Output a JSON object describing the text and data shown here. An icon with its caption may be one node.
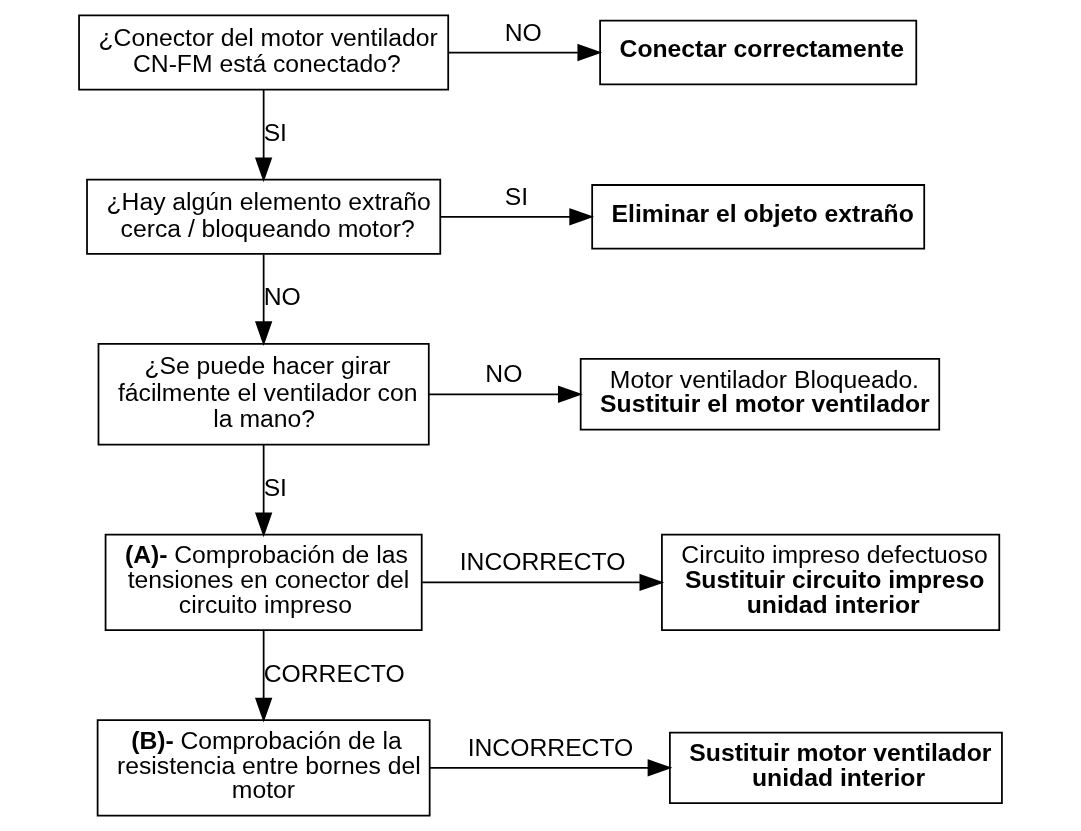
{
  "diagram": {
    "nodes": [
      {
        "text": [
          "¿Conector del motor ventilador CN-FM está conectado?"
        ]
      },
      {
        "text": [
          "Conectar correctamente"
        ]
      },
      {
        "text": [
          "¿Hay algún elemento extraño cerca / bloqueando motor?"
        ]
      },
      {
        "text": [
          "Eliminar el objeto extraño"
        ]
      },
      {
        "text": [
          "¿Se puede hacer girar fácilmente el ventilador con la mano?"
        ]
      },
      {
        "text": [
          "Motor ventilador Bloqueado.",
          "Sustituir el motor ventilador"
        ]
      },
      {
        "text": [
          "**(A)-** Comprobación de las tensiones en conector del circuito impreso"
        ]
      },
      {
        "text": [
          "Circuito impreso defectuoso",
          "Sustituir circuito impreso unidad interior"
        ]
      },
      {
        "text": [
          "**(B)-** Comprobación de la resistencia entre bornes del motor"
        ]
      },
      {
        "text": [
          "Sustituir motor ventilador unidad interior"
        ]
      }
    ],
    "edges": [
      {
        "from": 0,
        "to": 1,
        "arrow": "to",
        "label": "NO"
      },
      {
        "from": 0,
        "to": 2,
        "arrow": "to",
        "label": "SI"
      },
      {
        "from": 2,
        "to": 3,
        "arrow": "to",
        "label": "SI"
      },
      {
        "from": 2,
        "to": 4,
        "arrow": "to",
        "label": "NO"
      },
      {
        "from": 4,
        "to": 5,
        "arrow": "to",
        "label": "NO"
      },
      {
        "from": 4,
        "to": 6,
        "arrow": "to",
        "label": "SI"
      },
      {
        "from": 6,
        "to": 7,
        "arrow": "to",
        "label": "INCORRECTO"
      },
      {
        "from": 6,
        "to": 8,
        "arrow": "to",
        "label": "CORRECTO"
      },
      {
        "from": 8,
        "to": 9,
        "arrow": "to",
        "label": "INCORRECTO"
      }
    ]
  }
}
